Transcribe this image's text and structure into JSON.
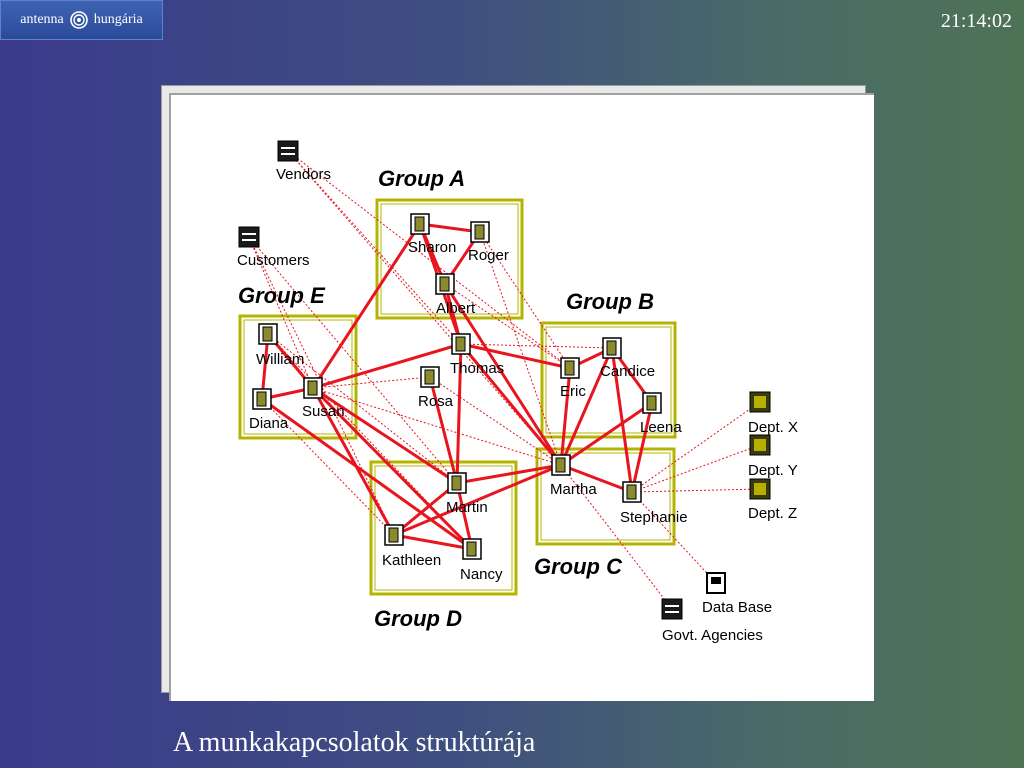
{
  "header": {
    "logo_left": "antenna",
    "logo_right": "hungária",
    "clock": "21:14:02"
  },
  "caption": "A munkakapcsolatok struktúrája",
  "colors": {
    "group_border": "#b4b400",
    "link": "#e8141e",
    "label": "#000000",
    "group_label": "#000000"
  },
  "groups": [
    {
      "id": "A",
      "label": "Group A"
    },
    {
      "id": "B",
      "label": "Group B"
    },
    {
      "id": "C",
      "label": "Group C"
    },
    {
      "id": "D",
      "label": "Group D"
    },
    {
      "id": "E",
      "label": "Group E"
    }
  ],
  "people": [
    {
      "id": "sharon",
      "label": "Sharon",
      "group": "A"
    },
    {
      "id": "roger",
      "label": "Roger",
      "group": "A"
    },
    {
      "id": "albert",
      "label": "Albert",
      "group": "A"
    },
    {
      "id": "eric",
      "label": "Eric",
      "group": "B"
    },
    {
      "id": "candice",
      "label": "Candice",
      "group": "B"
    },
    {
      "id": "leena",
      "label": "Leena",
      "group": "B"
    },
    {
      "id": "martha",
      "label": "Martha",
      "group": "C"
    },
    {
      "id": "stephanie",
      "label": "Stephanie",
      "group": "C"
    },
    {
      "id": "martin",
      "label": "Martin",
      "group": "D"
    },
    {
      "id": "kathleen",
      "label": "Kathleen",
      "group": "D"
    },
    {
      "id": "nancy",
      "label": "Nancy",
      "group": "D"
    },
    {
      "id": "william",
      "label": "William",
      "group": "E"
    },
    {
      "id": "susan",
      "label": "Susan",
      "group": "E"
    },
    {
      "id": "diana",
      "label": "Diana",
      "group": "E"
    },
    {
      "id": "thomas",
      "label": "Thomas",
      "group": ""
    },
    {
      "id": "rosa",
      "label": "Rosa",
      "group": ""
    }
  ],
  "external": [
    {
      "id": "vendors",
      "label": "Vendors",
      "icon": "building-icon"
    },
    {
      "id": "customers",
      "label": "Customers",
      "icon": "building-icon"
    },
    {
      "id": "deptx",
      "label": "Dept. X",
      "icon": "department-icon"
    },
    {
      "id": "depty",
      "label": "Dept. Y",
      "icon": "department-icon"
    },
    {
      "id": "deptz",
      "label": "Dept. Z",
      "icon": "department-icon"
    },
    {
      "id": "database",
      "label": "Data Base",
      "icon": "database-icon"
    },
    {
      "id": "govt",
      "label": "Govt. Agencies",
      "icon": "building-icon"
    }
  ],
  "strong_links": [
    [
      "sharon",
      "roger"
    ],
    [
      "sharon",
      "albert"
    ],
    [
      "albert",
      "roger"
    ],
    [
      "sharon",
      "thomas"
    ],
    [
      "thomas",
      "albert"
    ],
    [
      "thomas",
      "martin"
    ],
    [
      "thomas",
      "susan"
    ],
    [
      "thomas",
      "eric"
    ],
    [
      "thomas",
      "martha"
    ],
    [
      "rosa",
      "martin"
    ],
    [
      "susan",
      "martin"
    ],
    [
      "susan",
      "william"
    ],
    [
      "susan",
      "diana"
    ],
    [
      "william",
      "diana"
    ],
    [
      "susan",
      "nancy"
    ],
    [
      "susan",
      "kathleen"
    ],
    [
      "diana",
      "nancy"
    ],
    [
      "martin",
      "kathleen"
    ],
    [
      "martin",
      "nancy"
    ],
    [
      "kathleen",
      "nancy"
    ],
    [
      "martin",
      "martha"
    ],
    [
      "martha",
      "eric"
    ],
    [
      "martha",
      "candice"
    ],
    [
      "martha",
      "leena"
    ],
    [
      "martha",
      "stephanie"
    ],
    [
      "eric",
      "candice"
    ],
    [
      "candice",
      "leena"
    ],
    [
      "candice",
      "stephanie"
    ],
    [
      "leena",
      "stephanie"
    ],
    [
      "kathleen",
      "martha"
    ],
    [
      "albert",
      "martha"
    ],
    [
      "sharon",
      "susan"
    ]
  ],
  "weak_links": [
    [
      "vendors",
      "eric"
    ],
    [
      "vendors",
      "thomas"
    ],
    [
      "vendors",
      "martha"
    ],
    [
      "customers",
      "kathleen"
    ],
    [
      "customers",
      "susan"
    ],
    [
      "customers",
      "martin"
    ],
    [
      "roger",
      "eric"
    ],
    [
      "roger",
      "martha"
    ],
    [
      "william",
      "martin"
    ],
    [
      "william",
      "nancy"
    ],
    [
      "diana",
      "kathleen"
    ],
    [
      "rosa",
      "susan"
    ],
    [
      "rosa",
      "martha"
    ],
    [
      "susan",
      "martha"
    ],
    [
      "stephanie",
      "deptx"
    ],
    [
      "stephanie",
      "depty"
    ],
    [
      "stephanie",
      "deptz"
    ],
    [
      "stephanie",
      "database"
    ],
    [
      "martha",
      "govt"
    ],
    [
      "albert",
      "eric"
    ],
    [
      "thomas",
      "candice"
    ]
  ]
}
